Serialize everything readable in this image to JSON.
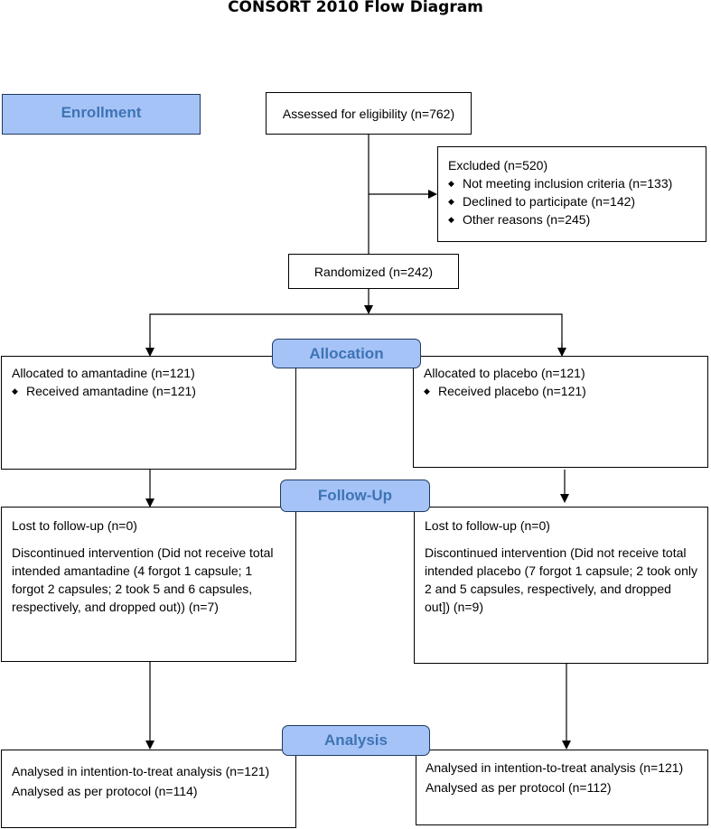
{
  "title": "CONSORT 2010 Flow Diagram",
  "stages": {
    "enrollment": "Enrollment",
    "allocation": "Allocation",
    "followup": "Follow-Up",
    "analysis": "Analysis"
  },
  "assessed": "Assessed for eligibility (n=762)",
  "excluded": {
    "header": "Excluded (n=520)",
    "items": [
      "Not meeting inclusion criteria (n=133)",
      "Declined to participate (n=142)",
      "Other reasons (n=245)"
    ]
  },
  "randomized": "Randomized (n=242)",
  "bullet_glyph": "◆",
  "left": {
    "allocated": "Allocated to amantadine (n=121)",
    "received": "Received amantadine  (n=121)",
    "lost": "Lost to follow-up (n=0)",
    "discontinued": "Discontinued intervention (Did not receive total intended amantadine (4 forgot 1 capsule; 1 forgot 2 capsules; 2 took 5 and 6 capsules, respectively, and dropped out)) (n=7)",
    "itt": "Analysed in intention-to-treat analysis (n=121)",
    "pp": "Analysed as per protocol (n=114)"
  },
  "right": {
    "allocated": "Allocated to placebo (n=121)",
    "received": "Received placebo  (n=121)",
    "lost": "Lost to follow-up (n=0)",
    "discontinued": "Discontinued intervention (Did not receive total intended placebo (7 forgot 1 capsule; 2 took only 2 and 5 capsules, respectively, and dropped out]) (n=9)",
    "itt": "Analysed in intention-to-treat analysis (n=121)",
    "pp": "Analysed as per protocol (n=112)"
  }
}
